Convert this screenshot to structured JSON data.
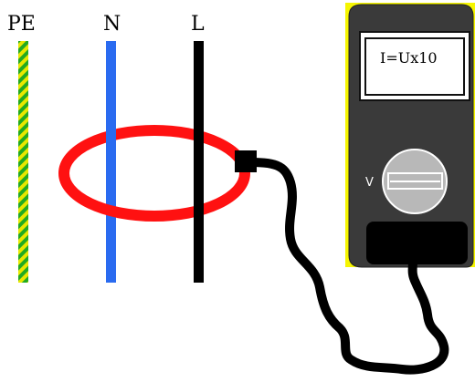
{
  "wires": {
    "pe": {
      "label": "PE",
      "color": "#22aa22",
      "stripe_color": "#e8e800"
    },
    "n": {
      "label": "N",
      "color": "#2a6bf0"
    },
    "l": {
      "label": "L",
      "color": "#000000"
    }
  },
  "clamp": {
    "color": "#ff1111",
    "connector_color": "#000000"
  },
  "meter": {
    "display_text": "I=Ux10",
    "mode_label": "V",
    "body_color": "#3a3a3a",
    "frame_color": "#f5f500",
    "dial_color": "#b8b8b8",
    "jack_color": "#000000"
  }
}
